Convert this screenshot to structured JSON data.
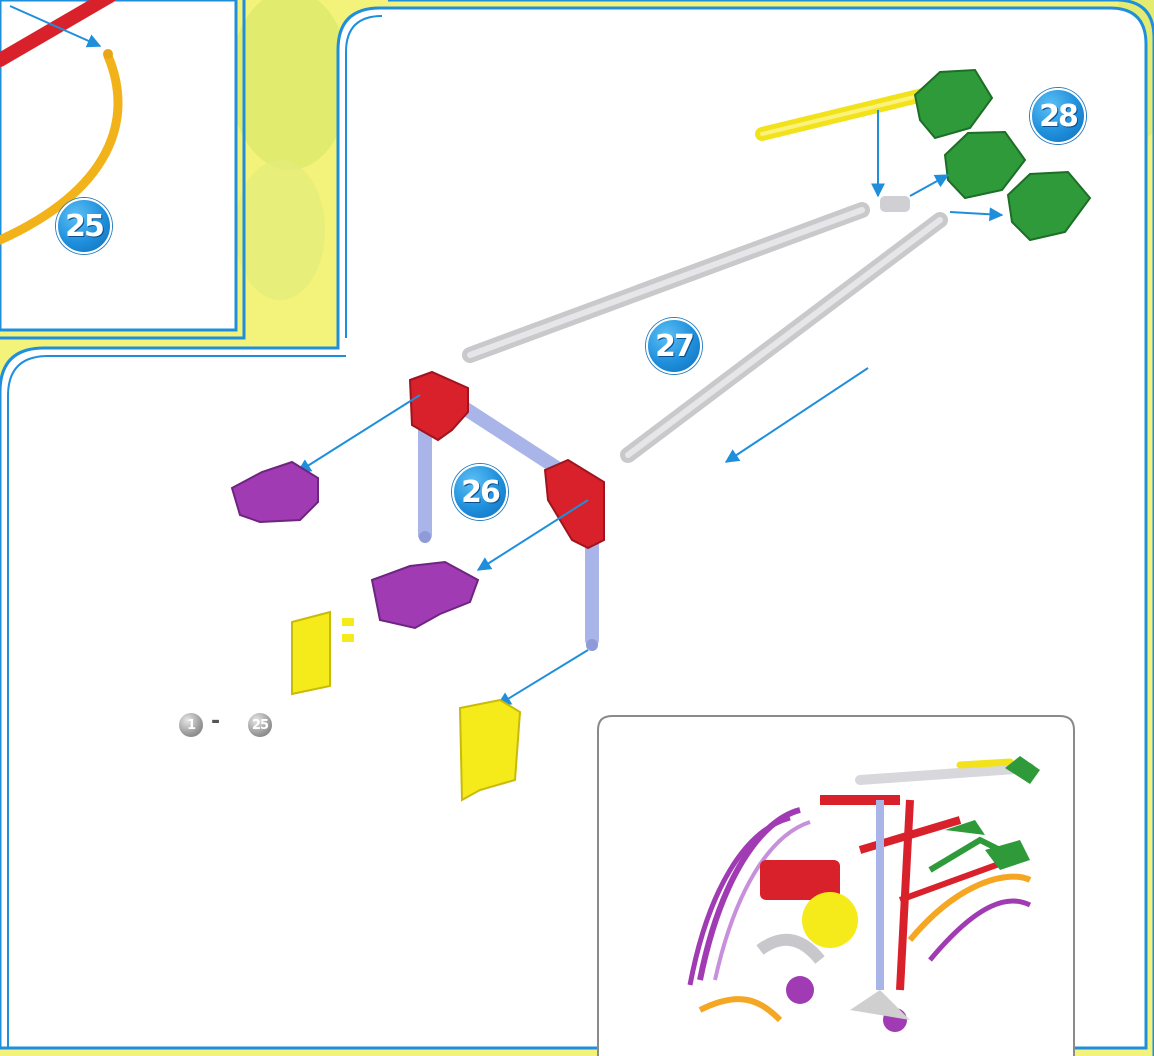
{
  "page": {
    "background_color": "#f3f27a",
    "frame_color": "#1f8fdc"
  },
  "steps": {
    "step_25": "25",
    "step_26": "26",
    "step_27": "27",
    "step_28": "28"
  },
  "previous_range": {
    "start": "1",
    "separator": "-",
    "end": "25"
  },
  "part_colors": {
    "red_connector": "#d8212b",
    "purple_connector": "#a03bb4",
    "yellow_connector": "#f5ea1a",
    "green_connector": "#2f9a3a",
    "gray_rod": "#c8c8c8",
    "blue_rod": "#a9b4e8",
    "orange_rod": "#f5a623",
    "arrow": "#1f8fdc"
  }
}
